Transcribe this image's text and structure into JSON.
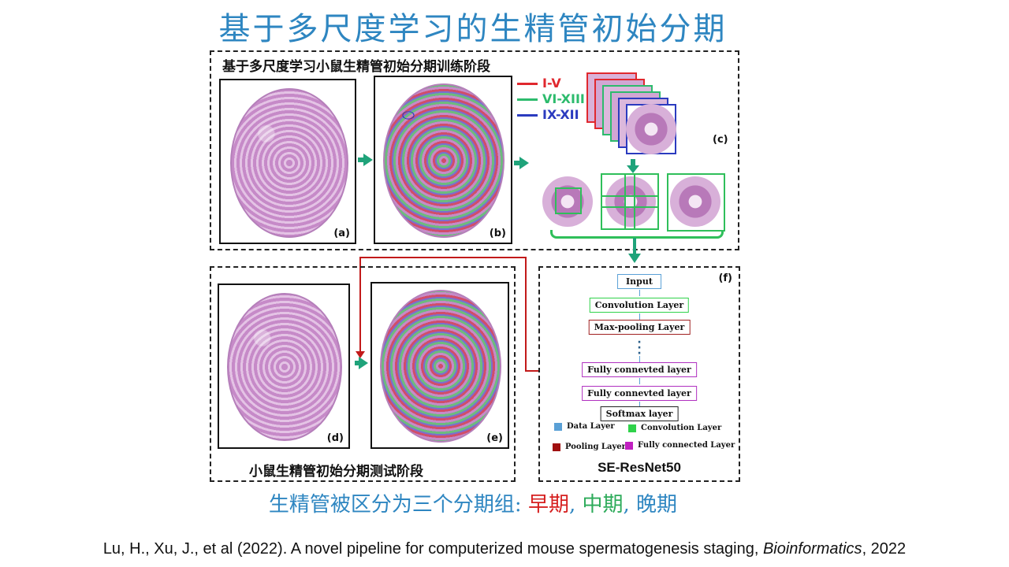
{
  "title": "基于多尺度学习的生精管初始分期",
  "train": {
    "title": "基于多尺度学习小鼠生精管初始分期训练阶段",
    "labels": {
      "a": "(a)",
      "b": "(b)",
      "c": "(c)"
    },
    "legend": [
      {
        "text": "I-V",
        "color": "#e0282e"
      },
      {
        "text": "VI-XIII",
        "color": "#2dbb6d"
      },
      {
        "text": "IX-XII",
        "color": "#2b3bbf"
      }
    ]
  },
  "test": {
    "title": "小鼠生精管初始分期测试阶段",
    "labels": {
      "d": "(d)",
      "e": "(e)"
    }
  },
  "network": {
    "label": "(f)",
    "layers": [
      {
        "text": "Input",
        "color": "#5aa0d6"
      },
      {
        "text": "Convolution Layer",
        "color": "#2fd24a"
      },
      {
        "text": "Max-pooling Layer",
        "color": "#a02020"
      },
      {
        "text": "Fully connevted layer",
        "color": "#b030c0"
      },
      {
        "text": "Fully connevted layer",
        "color": "#b030c0"
      },
      {
        "text": "Softmax layer",
        "color": "#222222"
      }
    ],
    "legend": [
      {
        "text": "Data Layer",
        "color": "#5aa0d6"
      },
      {
        "text": "Convolution Layer",
        "color": "#2fd24a"
      },
      {
        "text": "Pooling Layer",
        "color": "#a01010"
      },
      {
        "text": "Fully connected Layer",
        "color": "#c020c0"
      }
    ],
    "name": "SE-ResNet50"
  },
  "summary": {
    "prefix": "生精管被区分为三个分期组:",
    "early": "早期",
    "sep1": ",",
    "mid": "中期",
    "sep2": ",",
    "late": "晚期",
    "early_color": "#d62020",
    "mid_color": "#2dab5a",
    "late_color": "#2e86c1"
  },
  "reference": {
    "prefix": "Lu, H., Xu, J., et al (2022). A novel pipeline for computerized mouse spermatogenesis staging, ",
    "journal": "Bioinformatics",
    "suffix": ", 2022"
  }
}
